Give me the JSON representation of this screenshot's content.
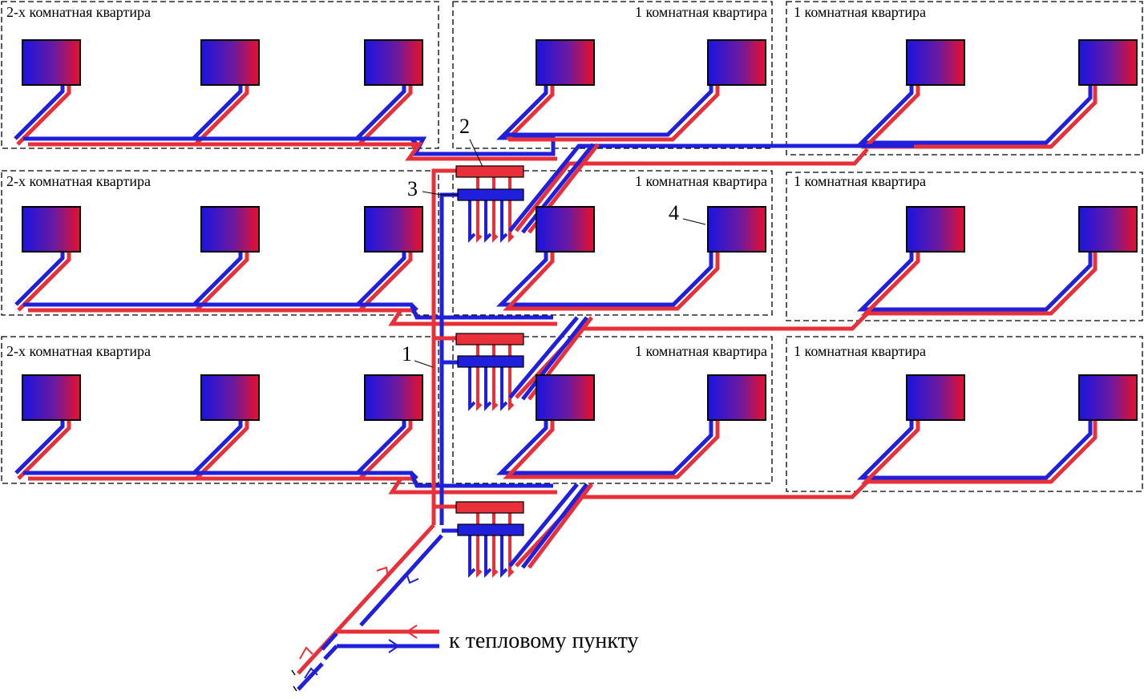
{
  "apartments": [
    {
      "label": "2-х комнатная квартира"
    },
    {
      "label": "1 комнатная квартира"
    },
    {
      "label": "1 комнатная квартира"
    },
    {
      "label": "2-х комнатная квартира"
    },
    {
      "label": "1 комнатная квартира"
    },
    {
      "label": "1 комнатная квартира"
    },
    {
      "label": "2-х комнатная квартира"
    },
    {
      "label": "1 комнатная квартира"
    },
    {
      "label": "1 комнатная квартира"
    }
  ],
  "callouts": {
    "riser": "1",
    "supply_manifold": "2",
    "return_manifold": "3",
    "radiator": "4"
  },
  "caption": "к тепловому пункту",
  "colors": {
    "supply": "#e8303a",
    "return": "#1f1fdc",
    "radiator_hot": "#e8102a",
    "radiator_cold": "#1a14e0",
    "frame": "#000000"
  }
}
